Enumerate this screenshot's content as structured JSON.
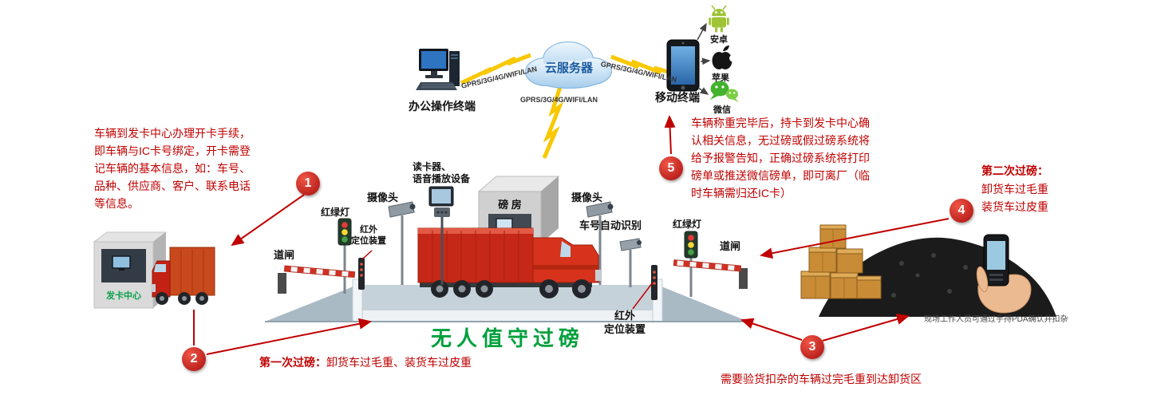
{
  "title": "无人值守过磅",
  "network": {
    "cloud_label": "云服务器",
    "office_terminal_label": "办公操作终端",
    "mobile_terminal_label": "移动终端",
    "link_left_label": "GPRS/3G/4G/WIFI/LAN",
    "link_right_label": "GPRS/3G/4G/WIFI/LAN",
    "link_down_label": "GPRS/3G/4G/WIFI/LAN",
    "apps": {
      "android": "安卓",
      "apple": "苹果",
      "wechat": "微信"
    }
  },
  "steps": {
    "s1": {
      "num": "1",
      "text": "车辆到发卡中心办理开卡手续，\n即车辆与IC卡号绑定，开卡需登\n记车辆的基本信息，如：车号、\n品种、供应商、客户、联系电话\n等信息。"
    },
    "s2": {
      "num": "2",
      "label": "第一次过磅：",
      "text": "卸货车过毛重、装货车过皮重"
    },
    "s3": {
      "num": "3",
      "text": "需要验货扣杂的车辆过完毛重到达卸货区"
    },
    "s4": {
      "num": "4",
      "label": "第二次过磅：",
      "line1": "卸货车过毛重",
      "line2": "装货车过皮重"
    },
    "s5": {
      "num": "5",
      "text": "车辆称重完毕后，持卡到发卡中心确\n认相关信息，无过磅或假过磅系统将\n给予报警告知，正确过磅系统将打印\n磅单或推送微信磅单，即可离厂（临\n时车辆需归还IC卡）"
    }
  },
  "scene": {
    "camera_left_label": "摄像头",
    "camera_right_label": "摄像头",
    "card_reader_label": "读卡器、\n语音播放设备",
    "weigh_house_label": "磅 房",
    "plate_recognition_label": "车号自动识别",
    "traffic_light_left_label": "红绿灯",
    "traffic_light_right_label": "红绿灯",
    "barrier_left_label": "道闸",
    "barrier_right_label": "道闸",
    "infrared_left_label": "红外\n定位装置",
    "infrared_right_label": "红外\n定位装置",
    "card_center_label": "发卡中心",
    "pda_note": "现场工作人员可通过手持PDA确认并扣杂"
  },
  "colors": {
    "step_red": "#c00000",
    "title_green": "#00a03c",
    "cloud_text": "#1a5a9e"
  }
}
